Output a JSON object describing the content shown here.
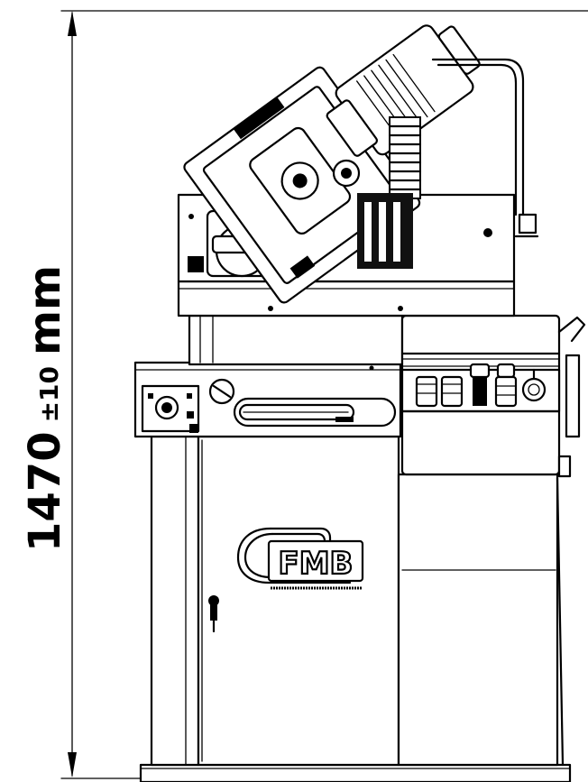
{
  "dimension": {
    "value": "1470",
    "tolerance": "±10",
    "unit": "mm"
  },
  "brand": {
    "logo_text": "FMB",
    "logo_is_picture": true
  }
}
